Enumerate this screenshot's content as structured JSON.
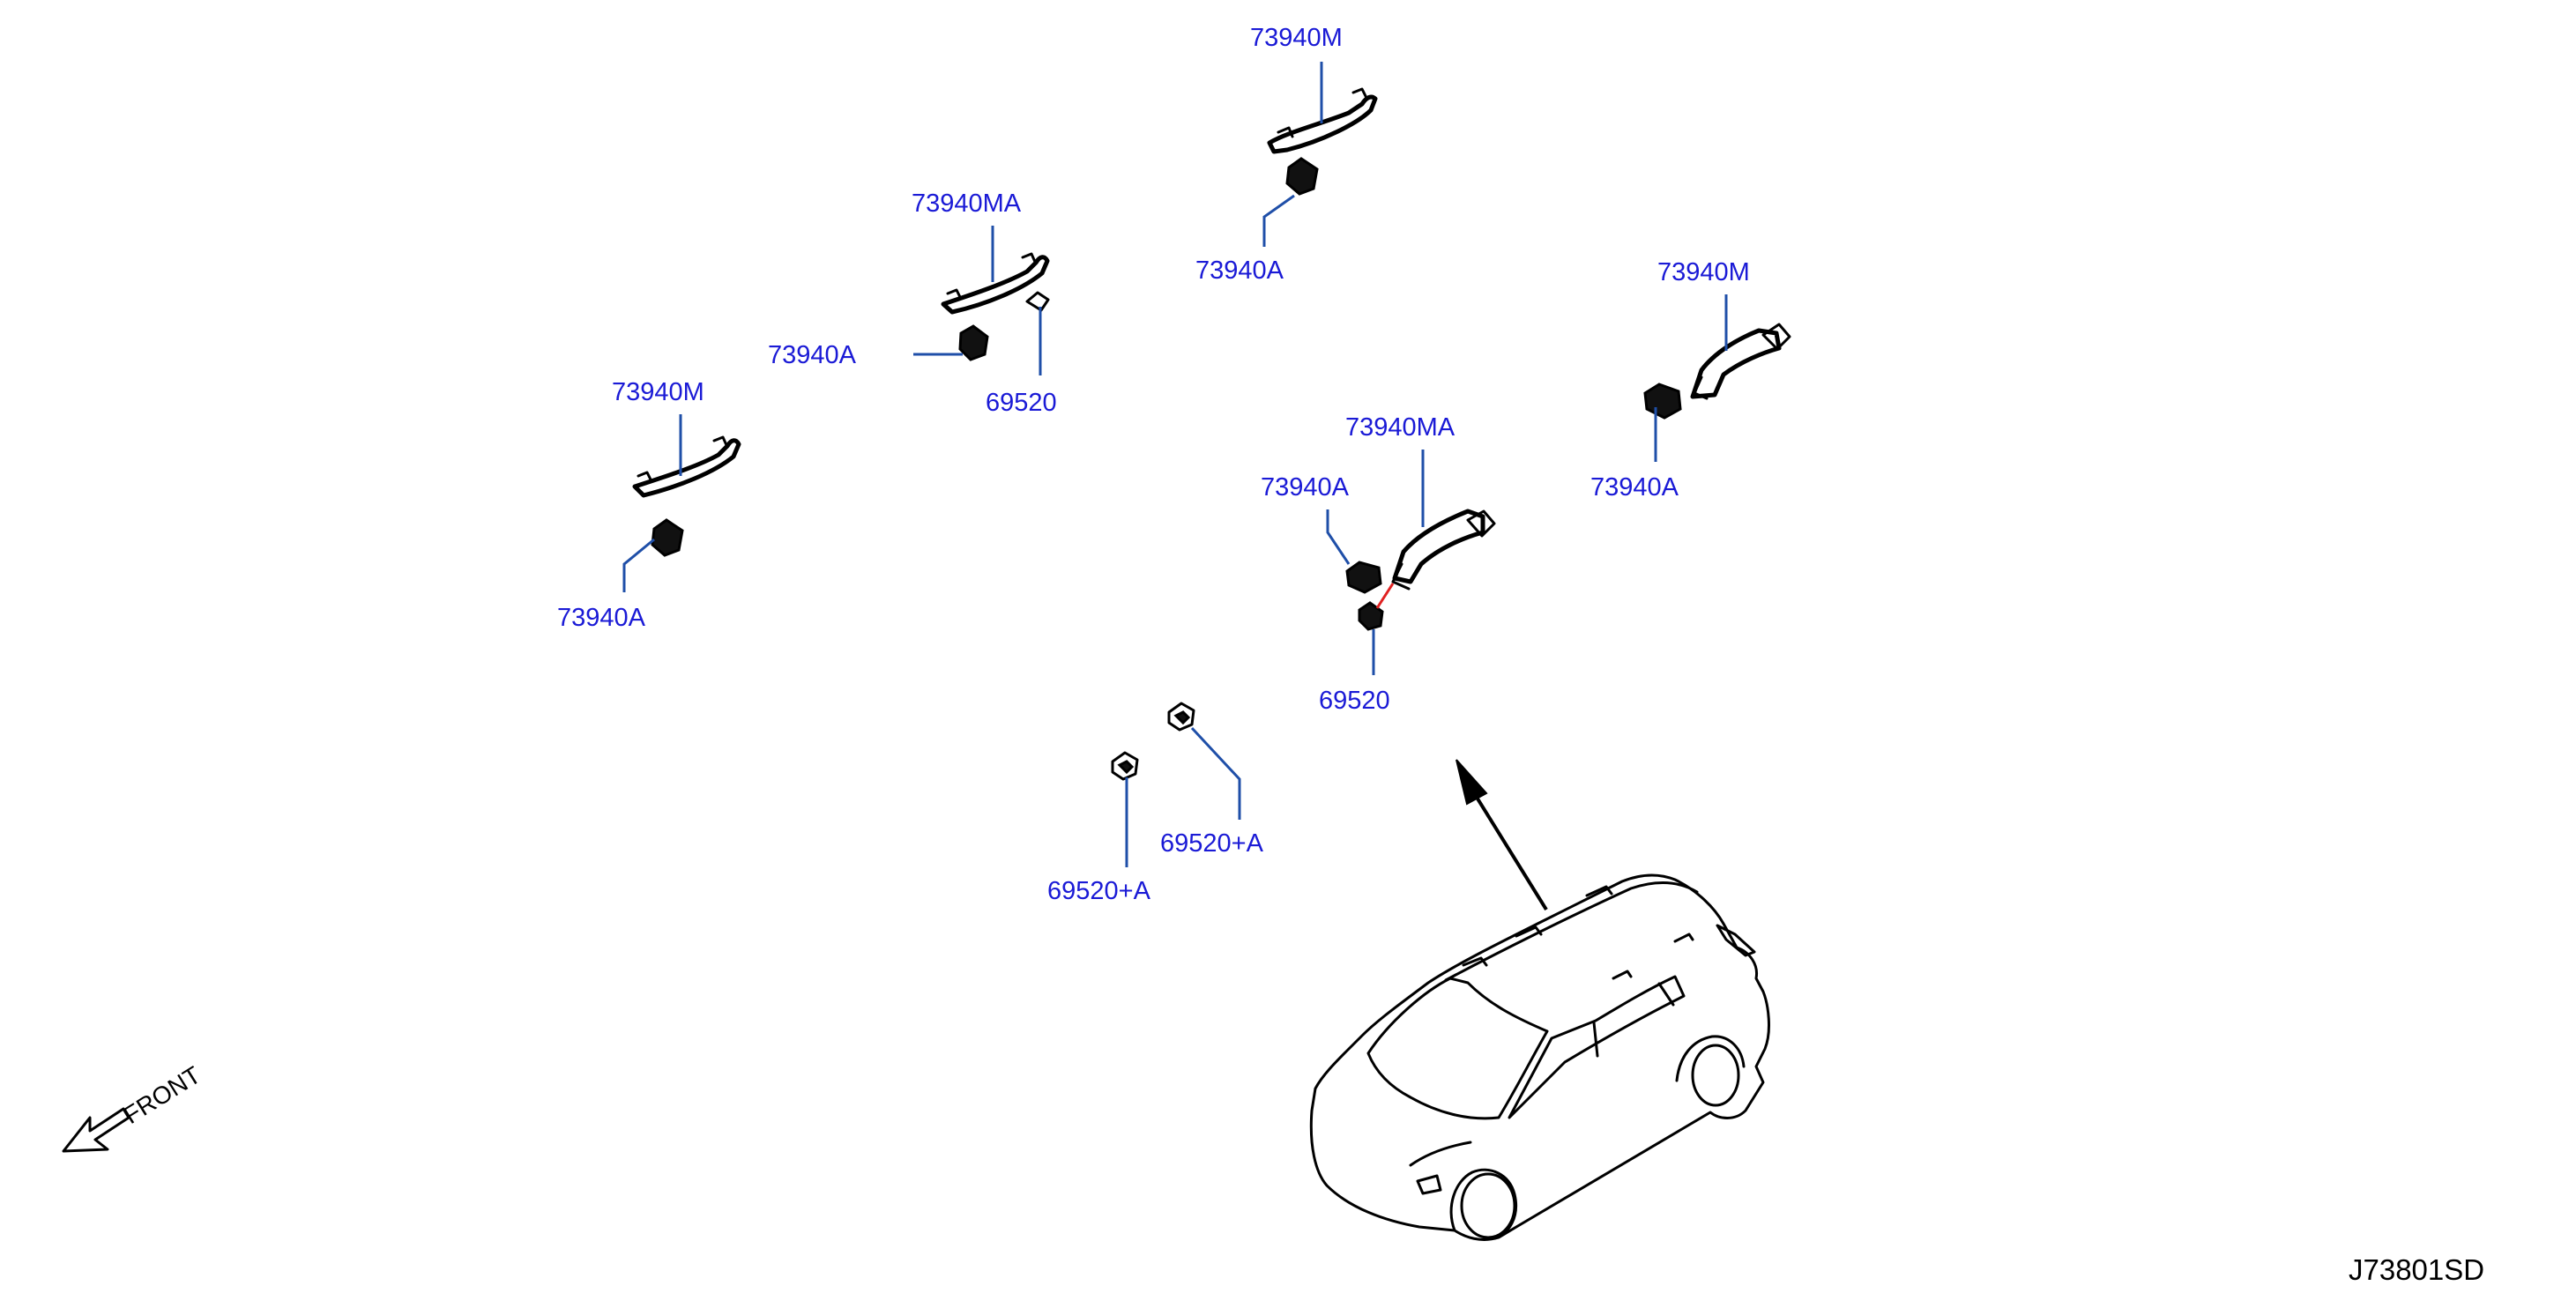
{
  "callouts": {
    "top_center_m": "73940M",
    "top_center_a": "73940A",
    "upper_left_ma": "73940MA",
    "upper_left_a": "73940A",
    "upper_left_clip": "69520",
    "left_m": "73940M",
    "left_a": "73940A",
    "right_m": "73940M",
    "right_a": "73940A",
    "center_ma": "73940MA",
    "center_a": "73940A",
    "center_clip": "69520",
    "clip_a_upper": "69520+A",
    "clip_a_lower": "69520+A"
  },
  "front_indicator": "FRONT",
  "diagram_code": "J73801SD",
  "colors": {
    "callout_text": "#1a1ad6",
    "leader_line": "#1f4fa8",
    "link_line": "#e02020",
    "line_art": "#000000"
  }
}
